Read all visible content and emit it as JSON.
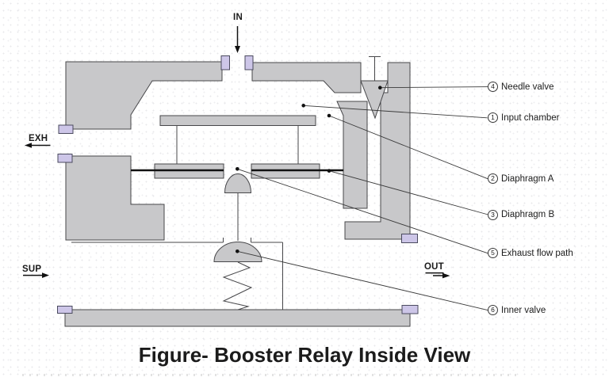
{
  "figure": {
    "caption": "Figure- Booster Relay Inside View"
  },
  "ports": {
    "in": "IN",
    "exh": "EXH",
    "sup": "SUP",
    "out": "OUT"
  },
  "labels": [
    {
      "num": "4",
      "text": "Needle valve"
    },
    {
      "num": "1",
      "text": "Input chamber"
    },
    {
      "num": "2",
      "text": "Diaphragm A"
    },
    {
      "num": "3",
      "text": "Diaphragm B"
    },
    {
      "num": "5",
      "text": "Exhaust flow path"
    },
    {
      "num": "6",
      "text": "Inner valve"
    }
  ],
  "colors": {
    "body_fill": "#c8c8ca",
    "body_outline": "#47474a",
    "port_fill": "#cdc6e8",
    "port_outline": "#4a4a5e",
    "line_dark": "#111111",
    "leader": "#3a3a3a",
    "text": "#1b1b1b"
  }
}
